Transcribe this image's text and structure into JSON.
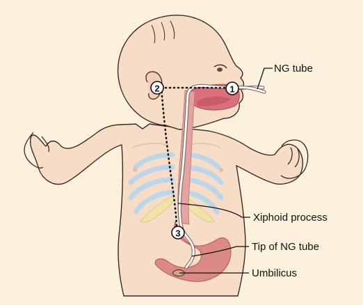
{
  "labels": {
    "ng_tube": "NG tube",
    "xiphoid": "Xiphoid process",
    "tip": "Tip of NG tube",
    "umbilicus": "Umbilicus"
  },
  "markers": {
    "m1": "1",
    "m2": "2",
    "m3": "3"
  },
  "colors": {
    "background": "#fbf1dc",
    "skin": "#f7dcc6",
    "skin_outline": "#3a2a22",
    "mouth": "#d9707a",
    "esophagus": "#e5a3a0",
    "stomach": "#dc8a86",
    "ribs": "#b9d6ea",
    "cartilage": "#efe3a8",
    "tube": "#ffffff"
  }
}
